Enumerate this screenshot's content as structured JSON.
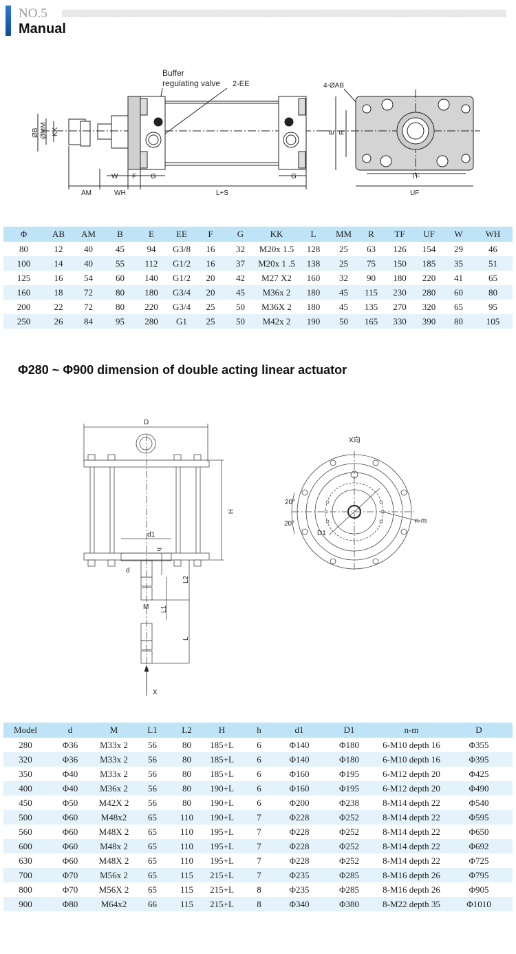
{
  "header": {
    "number": "NO.5",
    "title": "Manual"
  },
  "drawing1": {
    "buffer_label": "Buffer",
    "valve_label": "regulating valve",
    "ee_label": "2-EE",
    "ab_label": "4-ØAB",
    "dims": {
      "B": "ØB",
      "MM": "ØMM",
      "KK": "KK",
      "AM": "AM",
      "W": "W",
      "F": "F",
      "G": "G",
      "WH": "WH",
      "LS": "L+S",
      "E": "E",
      "R": "R",
      "TF": "TF",
      "UF": "UF"
    }
  },
  "table1": {
    "headers": [
      "Φ",
      "AB",
      "AM",
      "B",
      "E",
      "EE",
      "F",
      "G",
      "KK",
      "L",
      "MM",
      "R",
      "TF",
      "UF",
      "W",
      "WH"
    ],
    "rows": [
      [
        "80",
        "12",
        "40",
        "45",
        "94",
        "G3/8",
        "16",
        "32",
        "M20x 1.5",
        "128",
        "25",
        "63",
        "126",
        "154",
        "29",
        "46"
      ],
      [
        "100",
        "14",
        "40",
        "55",
        "112",
        "G1/2",
        "16",
        "37",
        "M20x 1 .5",
        "138",
        "25",
        "75",
        "150",
        "185",
        "35",
        "51"
      ],
      [
        "125",
        "16",
        "54",
        "60",
        "140",
        "G1/2",
        "20",
        "42",
        "M27 X2",
        "160",
        "32",
        "90",
        "180",
        "220",
        "41",
        "65"
      ],
      [
        "160",
        "18",
        "72",
        "80",
        "180",
        "G3/4",
        "20",
        "45",
        "M36x 2",
        "180",
        "45",
        "115",
        "230",
        "280",
        "60",
        "80"
      ],
      [
        "200",
        "22",
        "72",
        "80",
        "220",
        "G3/4",
        "25",
        "50",
        "M36X 2",
        "180",
        "45",
        "135",
        "270",
        "320",
        "65",
        "95"
      ],
      [
        "250",
        "26",
        "84",
        "95",
        "280",
        "G1",
        "25",
        "50",
        "M42x 2",
        "190",
        "50",
        "165",
        "330",
        "390",
        "80",
        "105"
      ]
    ]
  },
  "section2": {
    "title": "Φ280 ~ Φ900 dimension of double acting linear actuator"
  },
  "drawing2": {
    "dims": {
      "D": "D",
      "H": "H",
      "d1": "d1",
      "h": "h",
      "d": "d",
      "L2": "L2",
      "L1": "L1",
      "M": "M",
      "L": "L",
      "X": "X"
    },
    "view_label": "X向",
    "angle1": "20°",
    "angle2": "20°",
    "D1": "D1",
    "nm": "n-m"
  },
  "table2": {
    "headers": [
      "Model",
      "d",
      "M",
      "L1",
      "L2",
      "H",
      "h",
      "d1",
      "D1",
      "n-m",
      "D"
    ],
    "rows": [
      [
        "280",
        "Φ36",
        "M33x 2",
        "56",
        "80",
        "185+L",
        "6",
        "Φ140",
        "Φ180",
        "6-M10 depth 16",
        "Φ355"
      ],
      [
        "320",
        "Φ36",
        "M33x 2",
        "56",
        "80",
        "185+L",
        "6",
        "Φ140",
        "Φ180",
        "6-M10 depth 16",
        "Φ395"
      ],
      [
        "350",
        "Φ40",
        "M33x 2",
        "56",
        "80",
        "185+L",
        "6",
        "Φ160",
        "Φ195",
        "6-M12 depth 20",
        "Φ425"
      ],
      [
        "400",
        "Φ40",
        "M36x 2",
        "56",
        "80",
        "190+L",
        "6",
        "Φ160",
        "Φ195",
        "6-M12 depth 20",
        "Φ490"
      ],
      [
        "450",
        "Φ50",
        "M42X 2",
        "56",
        "80",
        "190+L",
        "6",
        "Φ200",
        "Φ238",
        "8-M14 depth 22",
        "Φ540"
      ],
      [
        "500",
        "Φ60",
        "M48x2",
        "65",
        "110",
        "190+L",
        "7",
        "Φ228",
        "Φ252",
        "8-M14 depth 22",
        "Φ595"
      ],
      [
        "560",
        "Φ60",
        "M48X 2",
        "65",
        "110",
        "195+L",
        "7",
        "Φ228",
        "Φ252",
        "8-M14 depth 22",
        "Φ650"
      ],
      [
        "600",
        "Φ60",
        "M48x 2",
        "65",
        "110",
        "195+L",
        "7",
        "Φ228",
        "Φ252",
        "8-M14 depth 22",
        "Φ692"
      ],
      [
        "630",
        "Φ60",
        "M48X 2",
        "65",
        "110",
        "195+L",
        "7",
        "Φ228",
        "Φ252",
        "8-M14 depth 22",
        "Φ725"
      ],
      [
        "700",
        "Φ70",
        "M56x 2",
        "65",
        "115",
        "215+L",
        "7",
        "Φ235",
        "Φ285",
        "8-M16 depth 26",
        "Φ795"
      ],
      [
        "800",
        "Φ70",
        "M56X 2",
        "65",
        "115",
        "215+L",
        "8",
        "Φ235",
        "Φ285",
        "8-M16 depth 26",
        "Φ905"
      ],
      [
        "900",
        "Φ80",
        "M64x2",
        "66",
        "115",
        "215+L",
        "8",
        "Φ340",
        "Φ380",
        "8-M22 depth 35",
        "Φ1010"
      ]
    ]
  }
}
